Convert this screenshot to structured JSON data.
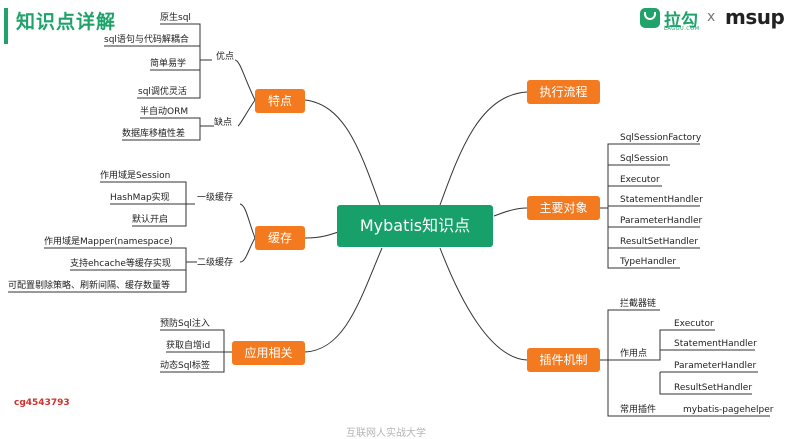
{
  "header": {
    "title": "知识点详解"
  },
  "logos": {
    "lagou": "拉勾",
    "lagou_sub": "LAGOU.COM",
    "times": "x",
    "msup": "msup"
  },
  "mindmap": {
    "center": "Mybatis知识点",
    "features": {
      "label": "特点",
      "pros_label": "优点",
      "pros": [
        "原生sql",
        "sql语句与代码解耦合",
        "简单易学",
        "sql调优灵活"
      ],
      "cons_label": "缺点",
      "cons": [
        "半自动ORM",
        "数据库移植性差"
      ]
    },
    "cache": {
      "label": "缓存",
      "l1_label": "一级缓存",
      "l1": [
        "作用域是Session",
        "HashMap实现",
        "默认开启"
      ],
      "l2_label": "二级缓存",
      "l2": [
        "作用域是Mapper(namespace)",
        "支持ehcache等缓存实现",
        "可配置剔除策略、刷新间隔、缓存数量等"
      ]
    },
    "application": {
      "label": "应用相关",
      "items": [
        "预防Sql注入",
        "获取自增id",
        "动态Sql标签"
      ]
    },
    "flow": {
      "label": "执行流程"
    },
    "objects": {
      "label": "主要对象",
      "items": [
        "SqlSessionFactory",
        "SqlSession",
        "Executor",
        "StatementHandler",
        "ParameterHandler",
        "ResultSetHandler",
        "TypeHandler"
      ]
    },
    "plugin": {
      "label": "插件机制",
      "chain": "拦截器链",
      "scope_label": "作用点",
      "scope": [
        "Executor",
        "StatementHandler",
        "ParameterHandler",
        "ResultSetHandler"
      ],
      "common_label": "常用插件",
      "common": "mybatis-pagehelper"
    }
  },
  "watermark": "cg4543793",
  "footer": "互联网人实战大学",
  "colors": {
    "accent": "#1fa36b",
    "center": "#18a06b",
    "branch": "#f47a1f",
    "line": "#333333"
  }
}
